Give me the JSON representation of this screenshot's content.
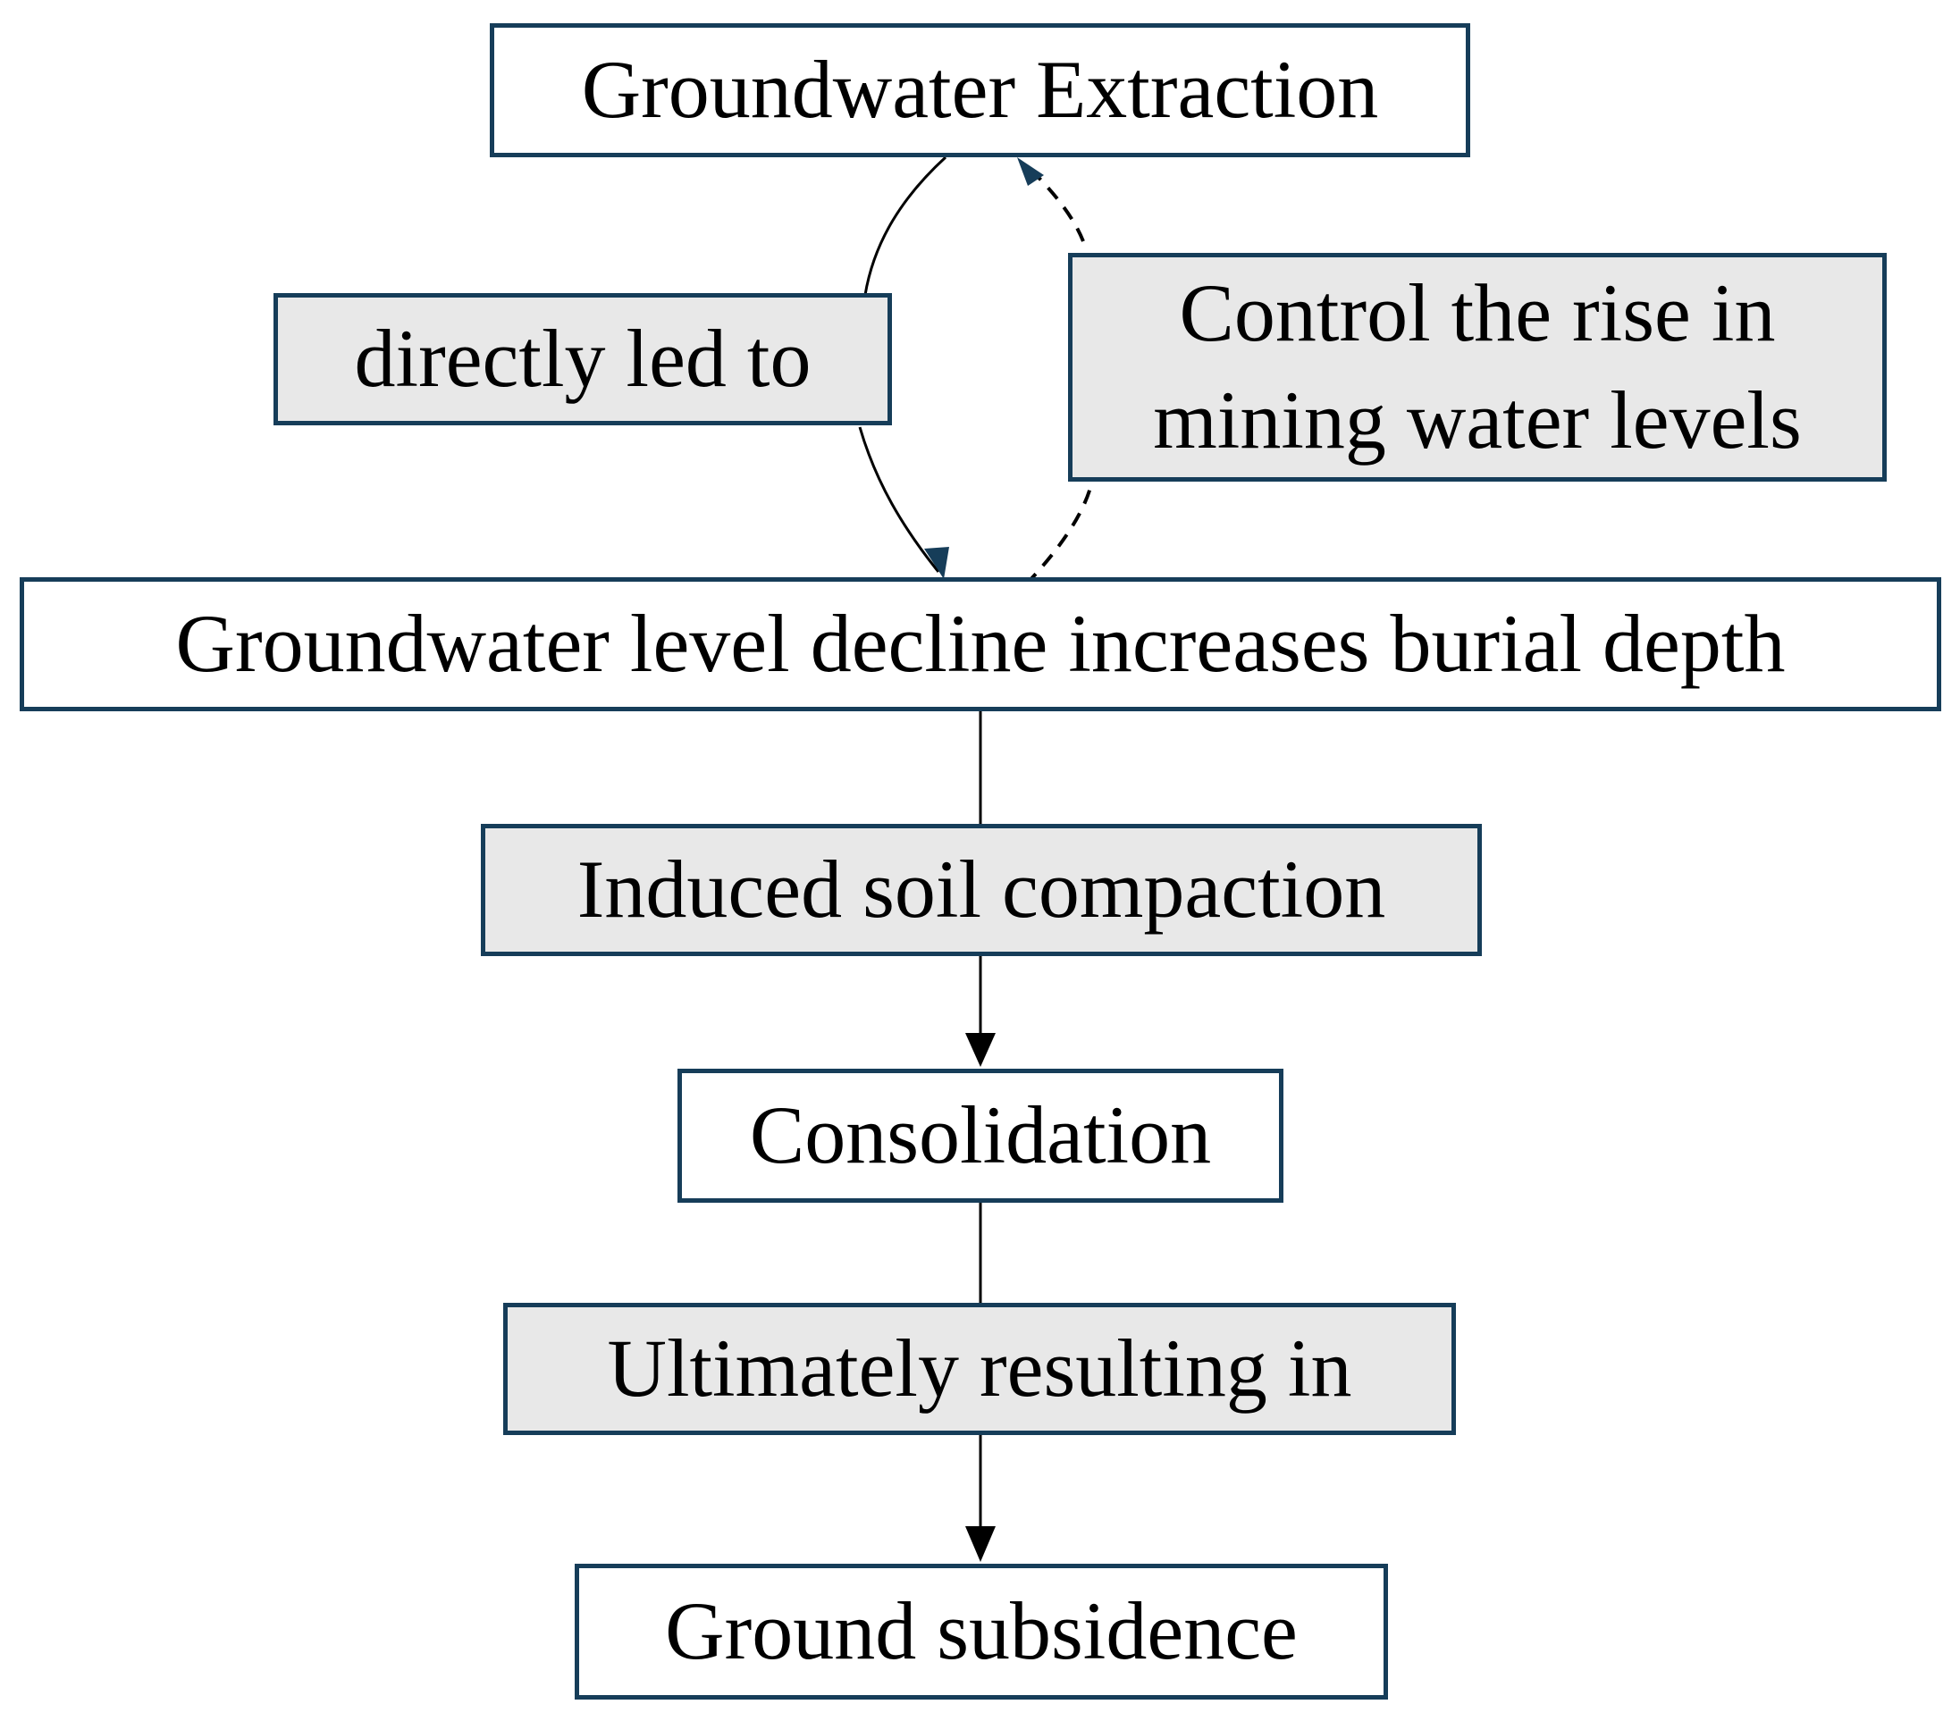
{
  "nodes": {
    "extraction": "Groundwater Extraction",
    "directly_led_to": "directly led to",
    "control_line1": "Control the rise in",
    "control_line2": "mining water levels",
    "level_decline": "Groundwater level decline increases burial depth",
    "induced_compaction": "Induced soil compaction",
    "consolidation": "Consolidation",
    "ultimately_resulting": "Ultimately resulting in",
    "ground_subsidence": "Ground subsidence"
  },
  "colors": {
    "box_border": "#163d59",
    "label_fill": "#e8e8e8",
    "node_fill": "#ffffff",
    "connector": "#000000",
    "feedback_arrow": "#163d59"
  }
}
